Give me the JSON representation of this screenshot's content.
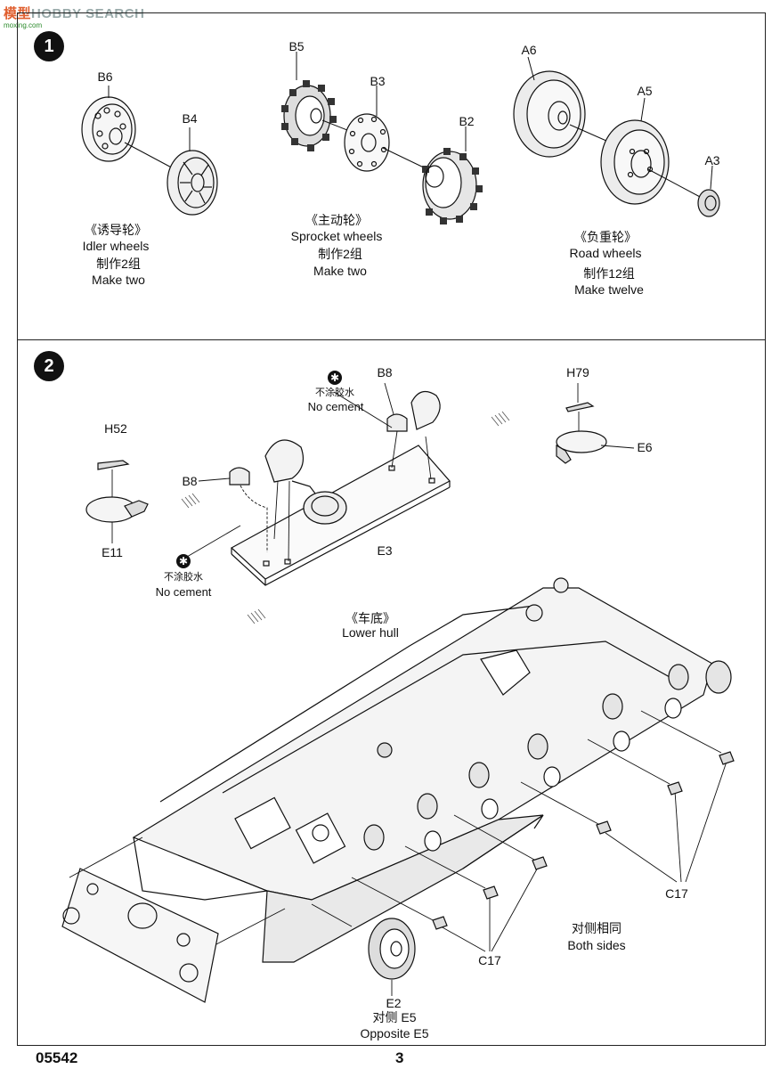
{
  "watermark": {
    "brand_left": "模型",
    "brand_right": "HOBBY SEARCH",
    "domain": "moxing.com"
  },
  "steps": [
    "1",
    "2"
  ],
  "step1": {
    "idler": {
      "parts": [
        "B6",
        "B4"
      ],
      "cn": "《诱导轮》",
      "en": "Idler wheels",
      "qty_cn": "制作2组",
      "qty_en": "Make two"
    },
    "sprocket": {
      "parts": [
        "B5",
        "B3",
        "B2"
      ],
      "cn": "《主动轮》",
      "en": "Sprocket wheels",
      "qty_cn": "制作2组",
      "qty_en": "Make two"
    },
    "road": {
      "parts": [
        "A6",
        "A5",
        "A3"
      ],
      "cn": "《负重轮》",
      "en": "Road  wheels",
      "qty_cn": "制作12组",
      "qty_en": "Make twelve"
    }
  },
  "step2": {
    "labels": {
      "b8_top": "B8",
      "h79": "H79",
      "e6": "E6",
      "h52": "H52",
      "b8_left": "B8",
      "e11": "E11",
      "e3": "E3",
      "c17_right": "C17",
      "c17_bottom": "C17",
      "e2": "E2"
    },
    "no_cement_top": {
      "cn": "不涂胶水",
      "en": "No cement"
    },
    "no_cement_left": {
      "cn": "不涂胶水",
      "en": "No cement"
    },
    "lower_hull": {
      "cn": "《车底》",
      "en": "Lower hull"
    },
    "both_sides": {
      "cn": "对侧相同",
      "en": "Both sides"
    },
    "opposite": {
      "cn": "对侧 E5",
      "en": "Opposite E5"
    },
    "no_cement_icon": "asterisk-icon"
  },
  "footer": {
    "code": "05542",
    "page": "3"
  }
}
